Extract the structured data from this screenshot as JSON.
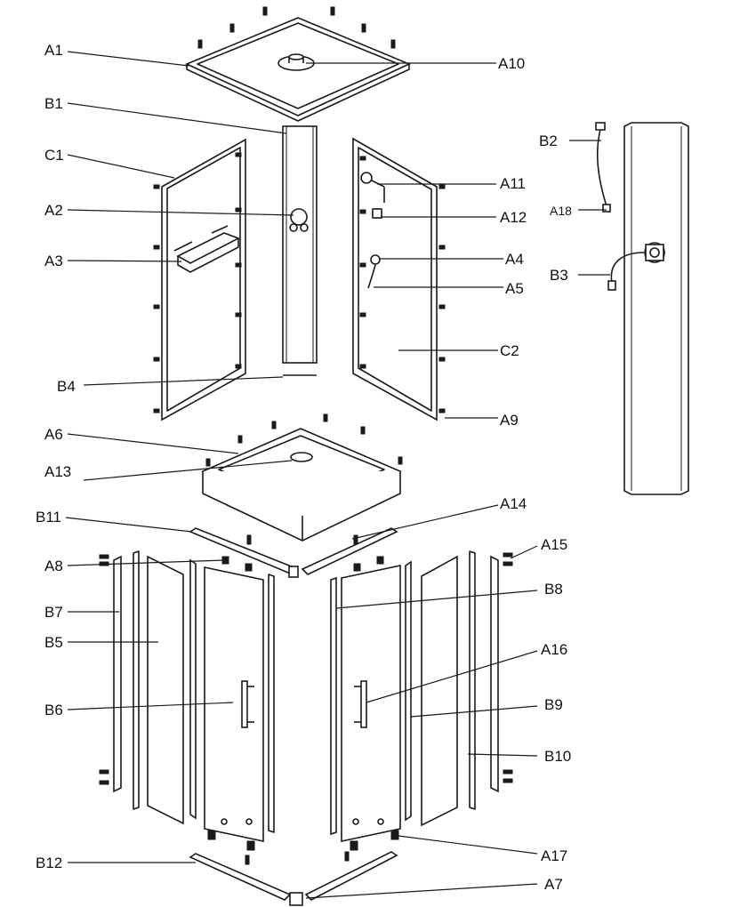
{
  "labels": {
    "A1": "A1",
    "A2": "A2",
    "A3": "A3",
    "A4": "A4",
    "A5": "A5",
    "A6": "A6",
    "A7": "A7",
    "A8": "A8",
    "A9": "A9",
    "A10": "A10",
    "A11": "A11",
    "A12": "A12",
    "A13": "A13",
    "A14": "A14",
    "A15": "A15",
    "A16": "A16",
    "A17": "A17",
    "A18": "A18",
    "B1": "B1",
    "B2": "B2",
    "B3": "B3",
    "B4": "B4",
    "B5": "B5",
    "B6": "B6",
    "B7": "B7",
    "B8": "B8",
    "B9": "B9",
    "B10": "B10",
    "B11": "B11",
    "B12": "B12",
    "C1": "C1",
    "C2": "C2"
  },
  "colors": {
    "line": "#1a1a1a",
    "background": "#ffffff",
    "accent": "#c0392b"
  }
}
